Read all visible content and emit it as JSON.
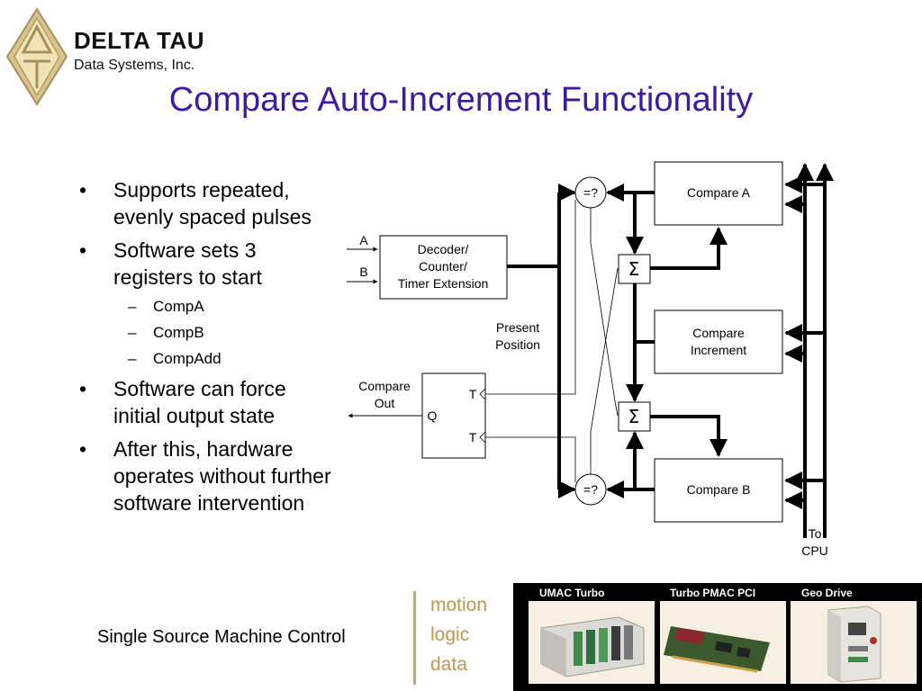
{
  "brand": {
    "name": "DELTA TAU",
    "subtitle": "Data Systems, Inc."
  },
  "title": "Compare Auto-Increment Functionality",
  "bullets": [
    {
      "text": "Supports repeated, evenly spaced pulses"
    },
    {
      "text": "Software sets 3 registers to start",
      "sub": [
        "CompA",
        "CompB",
        "CompAdd"
      ]
    },
    {
      "text": "Software can force initial output state"
    },
    {
      "text": "After this, hardware operates without further software intervention"
    }
  ],
  "diagram": {
    "input_a": "A",
    "input_b": "B",
    "decoder_lines": [
      "Decoder/",
      "Counter/",
      "Timer Extension"
    ],
    "present_position": [
      "Present",
      "Position"
    ],
    "compare_out": [
      "Compare",
      "Out"
    ],
    "flipflop_q": "Q",
    "flipflop_t": "T",
    "comparator": "=?",
    "sum": "Σ",
    "compare_a": "Compare A",
    "compare_increment": [
      "Compare",
      "Increment"
    ],
    "compare_b": "Compare B",
    "to_cpu": [
      "To",
      "CPU"
    ]
  },
  "footer": {
    "tagline": "Single Source Machine Control",
    "words": [
      "motion",
      "logic",
      "data"
    ],
    "products": [
      "UMAC Turbo",
      "Turbo PMAC PCI",
      "Geo Drive"
    ]
  },
  "colors": {
    "title": "#3d1aa0",
    "footer_gold": "#c29550",
    "logo_gold": "#c9b27a"
  }
}
